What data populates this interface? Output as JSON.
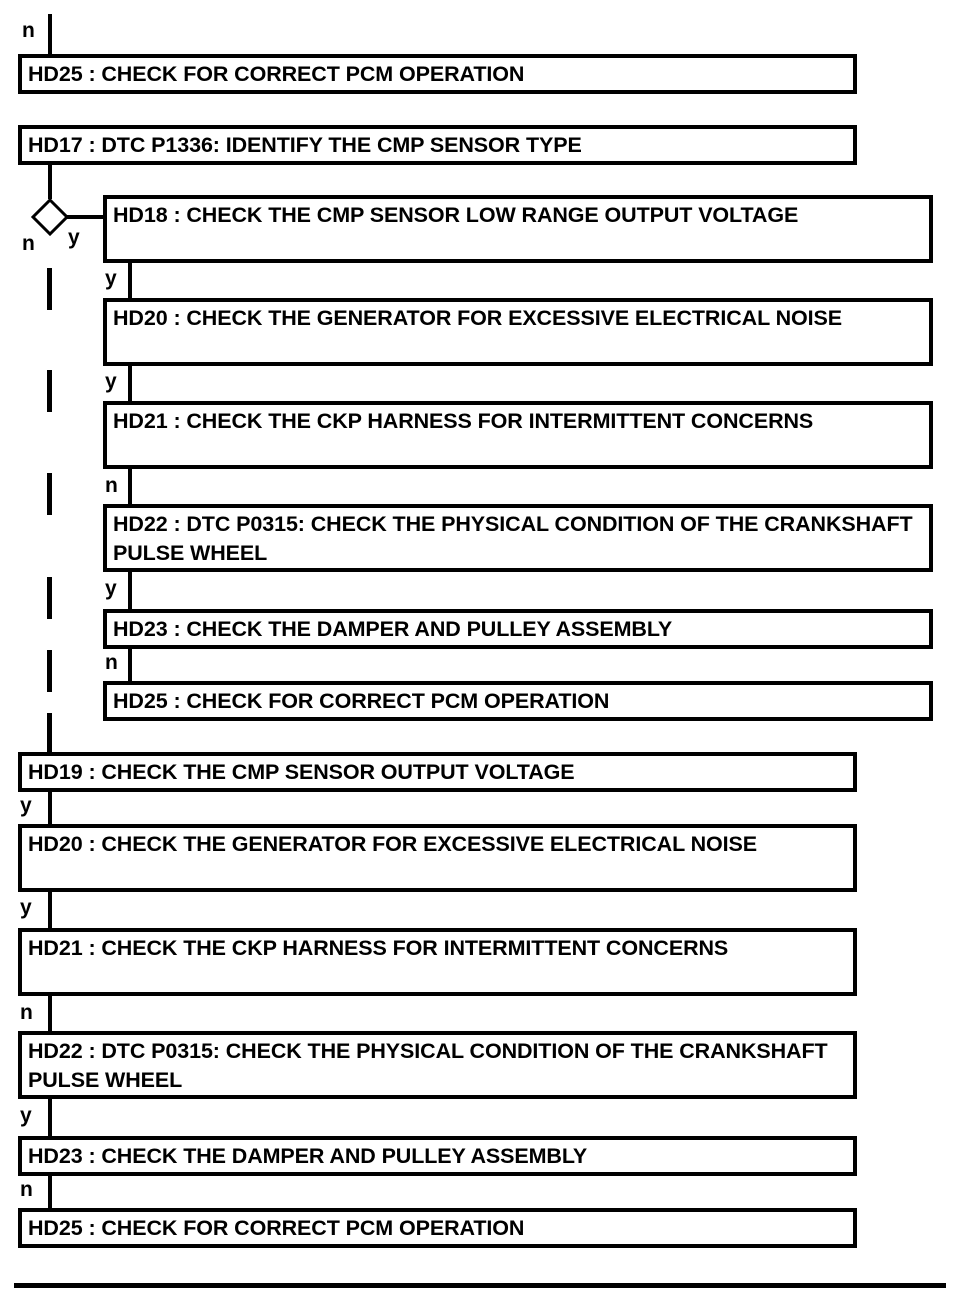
{
  "diagram": {
    "type": "flowchart",
    "title": "",
    "stroke_color": "#000000",
    "background_color": "#ffffff",
    "boxes": [
      {
        "id": "top-hd25",
        "label": "HD25 : CHECK FOR CORRECT PCM OPERATION"
      },
      {
        "id": "hd17",
        "label": "HD17 : DTC P1336: IDENTIFY THE CMP SENSOR TYPE"
      },
      {
        "id": "hd18",
        "label": "HD18 : CHECK THE CMP SENSOR LOW RANGE OUTPUT VOLTAGE"
      },
      {
        "id": "hd20-branch",
        "label": "HD20 : CHECK THE GENERATOR FOR EXCESSIVE ELECTRICAL NOISE"
      },
      {
        "id": "hd21-branch",
        "label": "HD21 : CHECK THE CKP HARNESS FOR INTERMITTENT CONCERNS"
      },
      {
        "id": "hd22-branch",
        "label": "HD22 : DTC P0315: CHECK THE PHYSICAL CONDITION OF THE CRANKSHAFT PULSE WHEEL"
      },
      {
        "id": "hd23-branch",
        "label": "HD23 : CHECK THE DAMPER AND PULLEY ASSEMBLY"
      },
      {
        "id": "hd25-branch",
        "label": "HD25 : CHECK FOR CORRECT PCM OPERATION"
      },
      {
        "id": "hd19",
        "label": "HD19 : CHECK THE CMP SENSOR OUTPUT VOLTAGE"
      },
      {
        "id": "hd20-main",
        "label": "HD20 : CHECK THE GENERATOR FOR EXCESSIVE ELECTRICAL NOISE"
      },
      {
        "id": "hd21-main",
        "label": "HD21 : CHECK THE CKP HARNESS FOR INTERMITTENT CONCERNS"
      },
      {
        "id": "hd22-main",
        "label": "HD22 : DTC P0315: CHECK THE PHYSICAL CONDITION OF THE CRANKSHAFT PULSE WHEEL"
      },
      {
        "id": "hd23-main",
        "label": "HD23 : CHECK THE DAMPER AND PULLEY ASSEMBLY"
      },
      {
        "id": "hd25-main",
        "label": "HD25 : CHECK FOR CORRECT PCM OPERATION"
      }
    ],
    "branch_labels": [
      {
        "id": "n-top",
        "text": "n"
      },
      {
        "id": "n-decision",
        "text": "n"
      },
      {
        "id": "y-decision",
        "text": "y"
      },
      {
        "id": "y-hd18-hd20",
        "text": "y"
      },
      {
        "id": "y-hd20-hd21",
        "text": "y"
      },
      {
        "id": "n-hd21-hd22",
        "text": "n"
      },
      {
        "id": "y-hd22-hd23",
        "text": "y"
      },
      {
        "id": "n-hd23-hd25",
        "text": "n"
      },
      {
        "id": "y-hd19-hd20",
        "text": "y"
      },
      {
        "id": "y-hd20m-hd21m",
        "text": "y"
      },
      {
        "id": "n-hd21m-hd22m",
        "text": "n"
      },
      {
        "id": "y-hd22m-hd23m",
        "text": "y"
      },
      {
        "id": "n-hd23m-hd25m",
        "text": "n"
      }
    ],
    "decision_node": {
      "id": "hd17-decision",
      "shape": "diamond",
      "yes": "y",
      "no": "n"
    }
  }
}
